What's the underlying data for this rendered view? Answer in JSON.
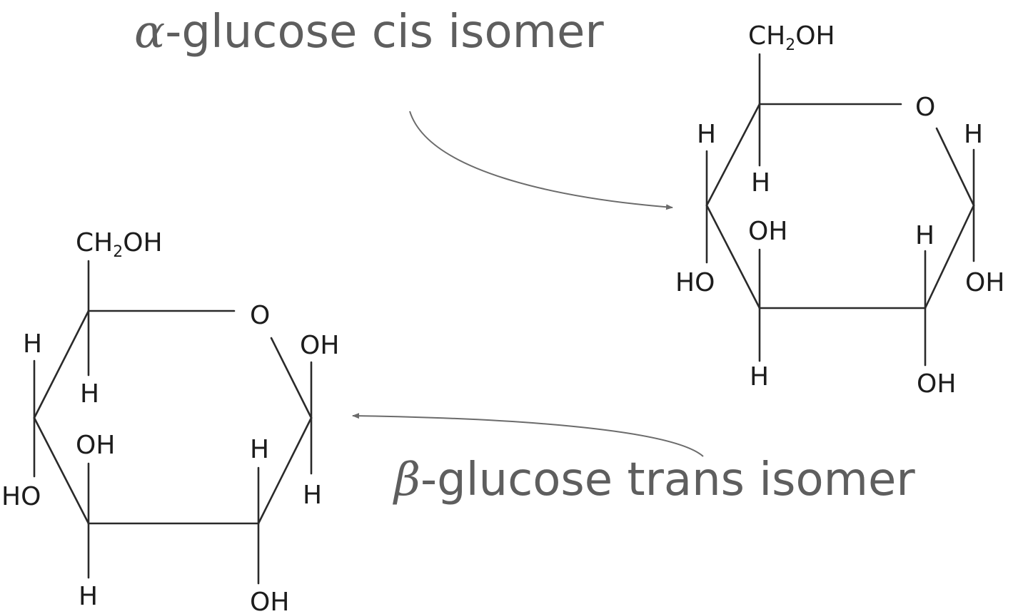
{
  "diagram": {
    "alpha": {
      "caption": {
        "greek": "α",
        "text": "-glucose cis isomer"
      },
      "labels": {
        "ch2oh_ch": "CH",
        "ch2oh_sub": "2",
        "ch2oh_oh": "OH",
        "ring_o": "O",
        "c5_h_up": "H",
        "c5_h_down": "H",
        "c1_h": "H",
        "c4_oh": "OH",
        "c4_ho": "HO",
        "c3_h": "H",
        "c2_h": "H",
        "c1_oh": "OH",
        "c2_oh": "OH"
      }
    },
    "beta": {
      "caption": {
        "greek": "β",
        "text": "-glucose trans isomer"
      },
      "labels": {
        "ch2oh_ch": "CH",
        "ch2oh_sub": "2",
        "ch2oh_oh": "OH",
        "ring_o": "O",
        "c5_h_up": "H",
        "c5_h_down": "H",
        "c1_oh": "OH",
        "c4_oh": "OH",
        "c4_ho": "HO",
        "c2_h": "H",
        "c1_h": "H",
        "c3_h": "H",
        "c2_oh": "OH"
      }
    },
    "colors": {
      "caption": "#5e5e5e",
      "bond": "#2a2a2a",
      "arrow": "#6b6b6b"
    }
  }
}
